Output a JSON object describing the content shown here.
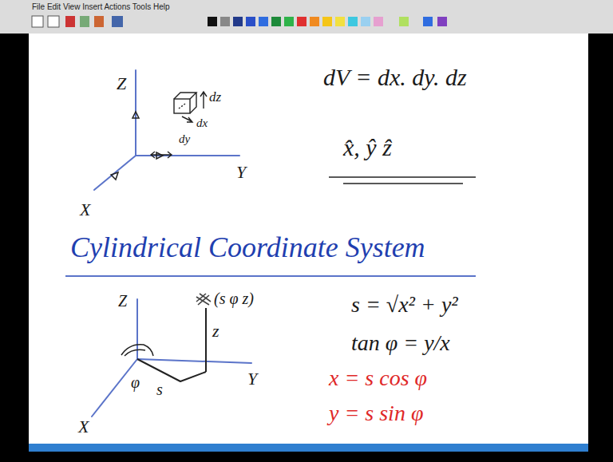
{
  "diagram": {
    "title": "Cylindrical Coordinate System",
    "labels": [
      "File Edit View Insert Actions Tools Help",
      "Z",
      "dz",
      "dx",
      "dy",
      "Y",
      "X",
      "dV = dx. dy. dz",
      "x̂, ŷ ẑ",
      "Z",
      "(s φ z)",
      "s = √x² + y²",
      "tan φ = y/x",
      "z",
      "φ",
      "s",
      "Y",
      "X",
      "x = s cos φ",
      "y = s sin φ"
    ]
  }
}
